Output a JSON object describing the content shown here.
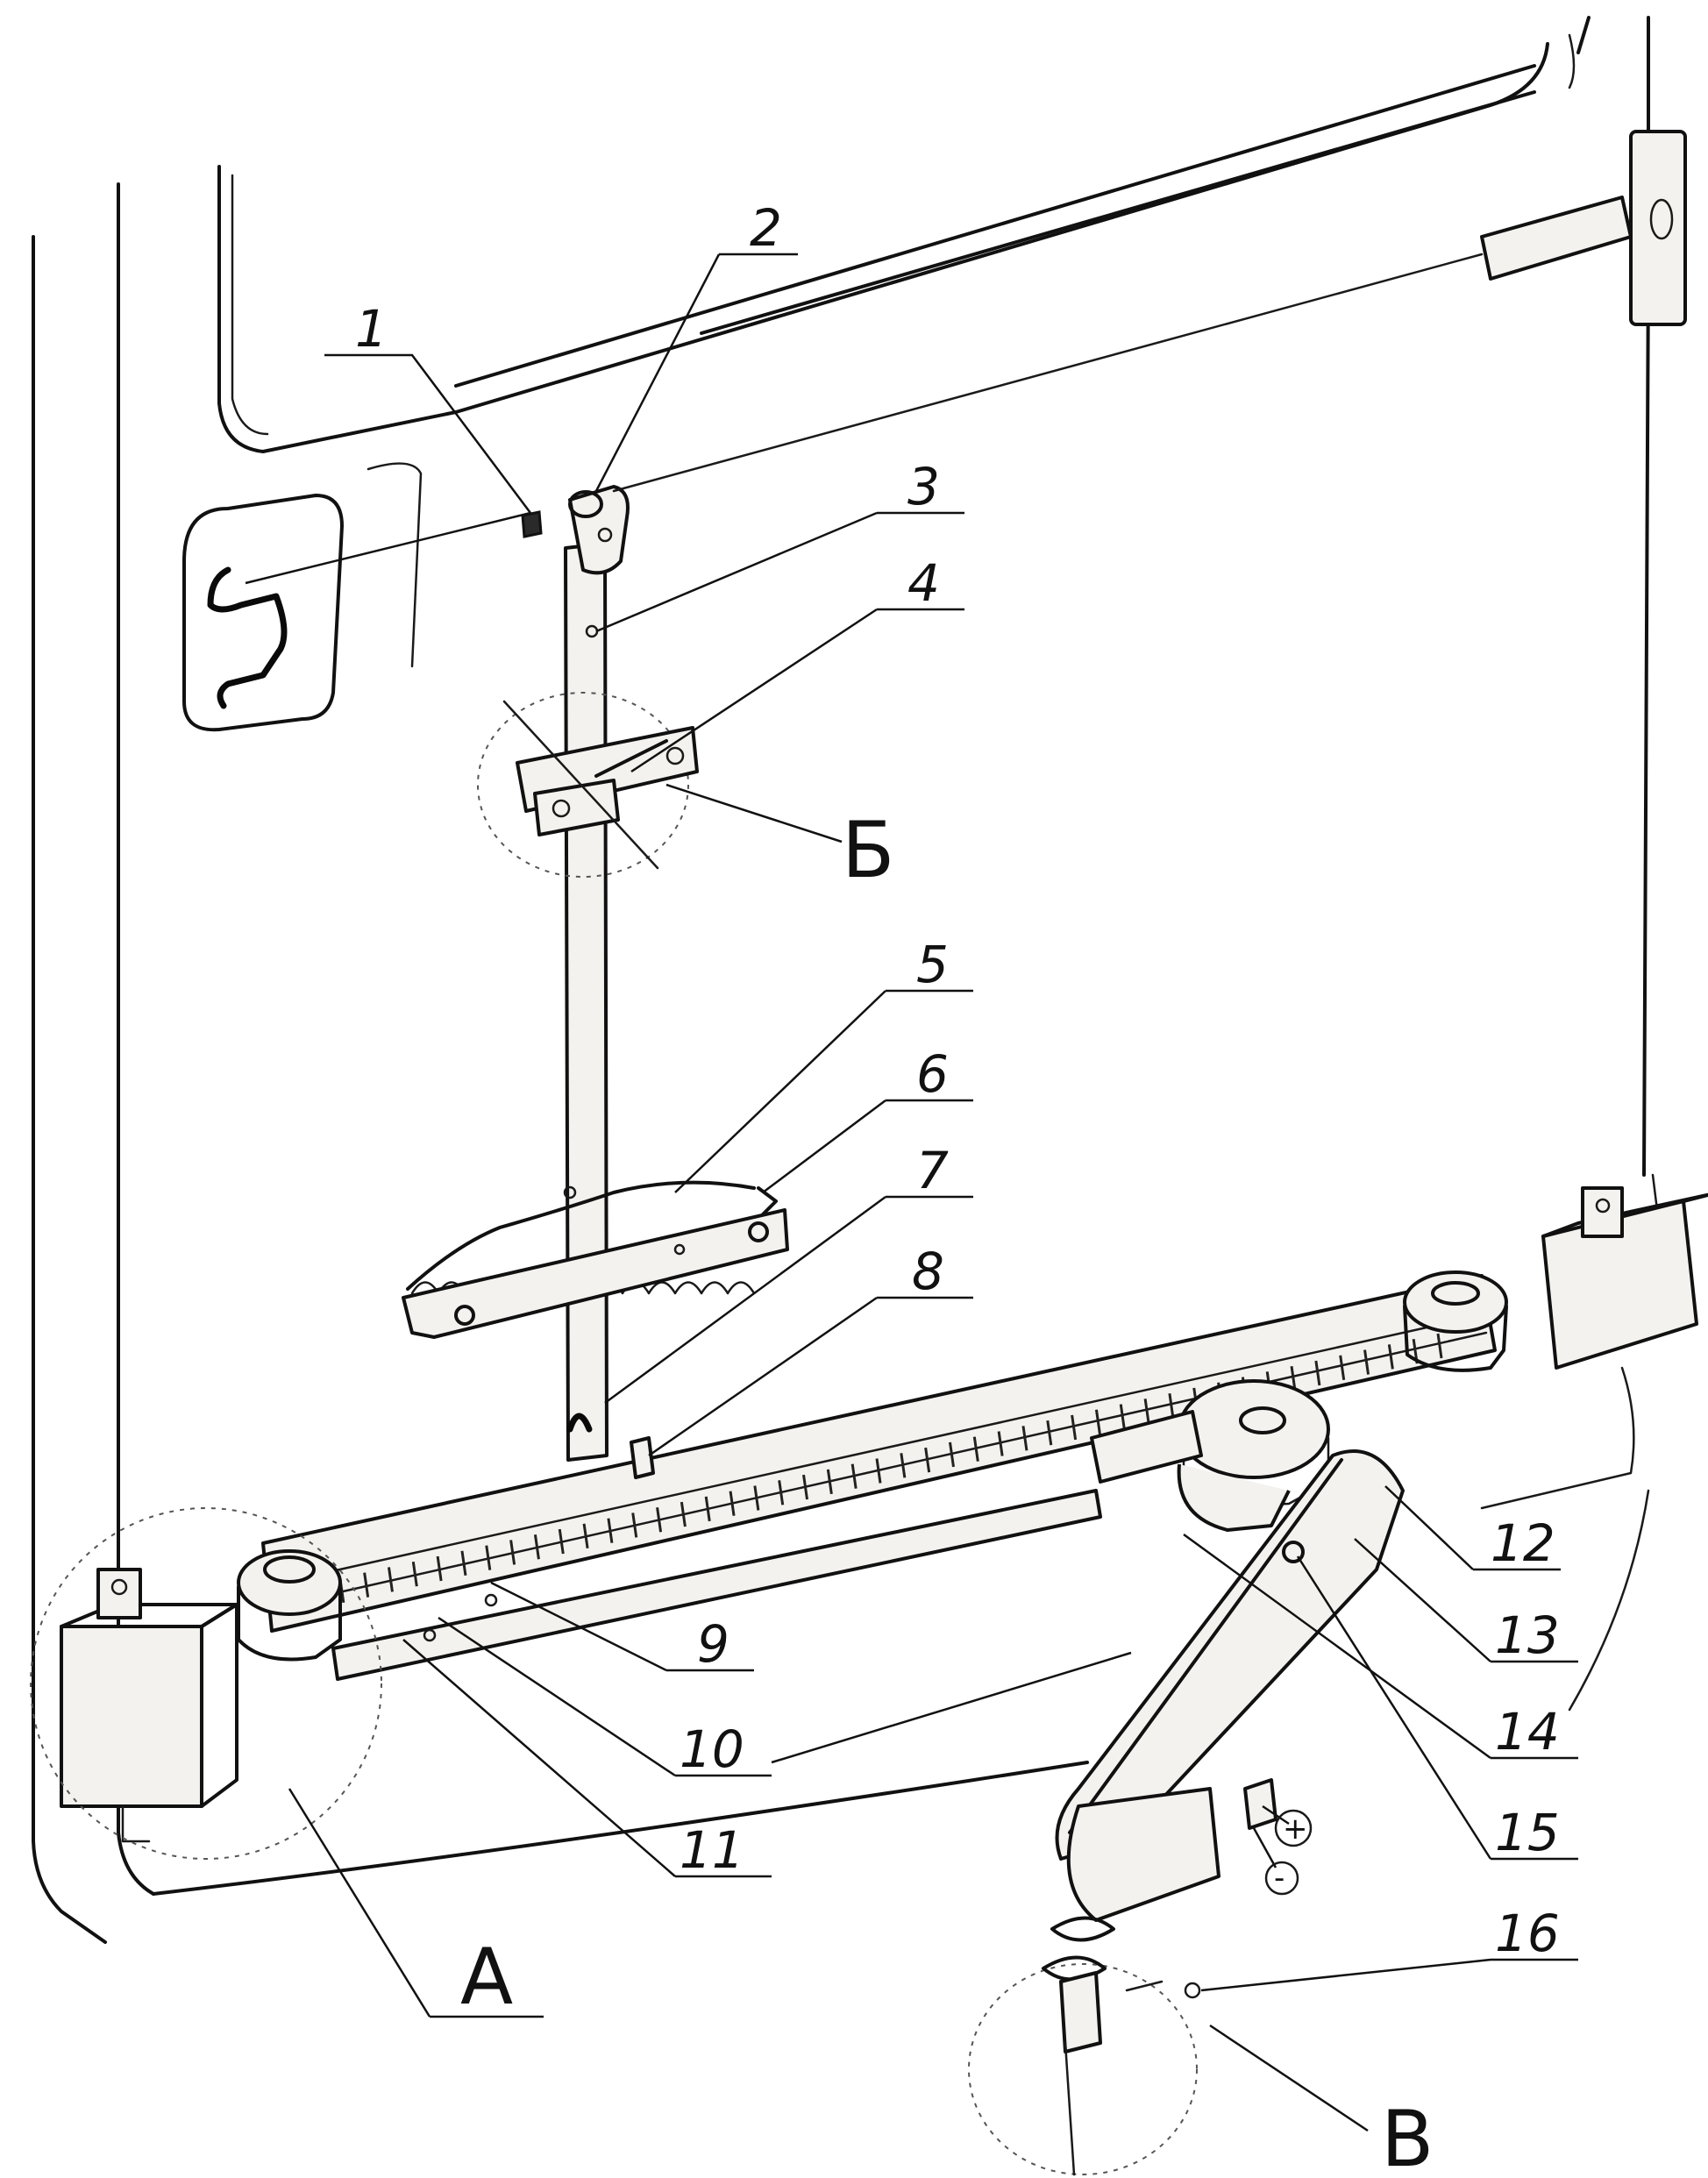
{
  "callouts": [
    {
      "id": "1",
      "text": "1"
    },
    {
      "id": "2",
      "text": "2"
    },
    {
      "id": "3",
      "text": "3"
    },
    {
      "id": "4",
      "text": "4"
    },
    {
      "id": "5",
      "text": "5"
    },
    {
      "id": "6",
      "text": "6"
    },
    {
      "id": "7",
      "text": "7"
    },
    {
      "id": "8",
      "text": "8"
    },
    {
      "id": "9",
      "text": "9"
    },
    {
      "id": "10",
      "text": "10"
    },
    {
      "id": "11",
      "text": "11"
    },
    {
      "id": "12",
      "text": "12"
    },
    {
      "id": "13",
      "text": "13"
    },
    {
      "id": "14",
      "text": "14"
    },
    {
      "id": "15",
      "text": "15"
    },
    {
      "id": "16",
      "text": "16"
    }
  ],
  "views": {
    "detail_b_cyr": "Б",
    "detail_a": "A",
    "detail_b": "B"
  },
  "polarity": {
    "plus": "+",
    "minus": "-"
  }
}
